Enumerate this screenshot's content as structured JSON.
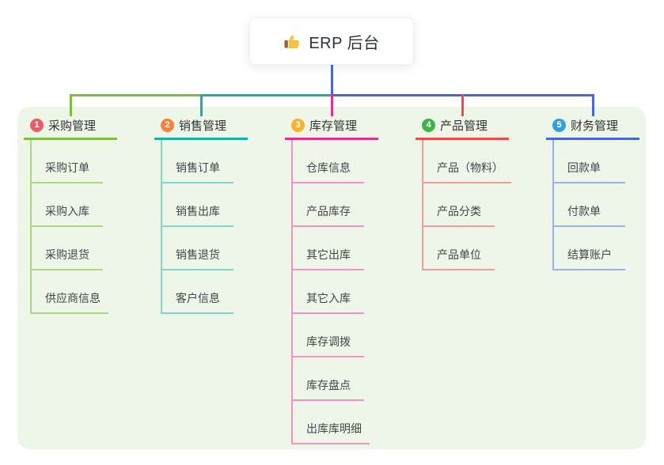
{
  "root": {
    "label": "ERP 后台",
    "icon": "thumbs-up-icon",
    "connector_color": "#4b66d2"
  },
  "panel_color": "#edf6e8",
  "branches": [
    {
      "num": "1",
      "label": "采购管理",
      "badge_color": "#ec5b69",
      "line_color": "#7ebd3f",
      "child_line_color": "#abd77f",
      "children": [
        "采购订单",
        "采购入库",
        "采购退货",
        "供应商信息"
      ]
    },
    {
      "num": "2",
      "label": "销售管理",
      "badge_color": "#f5813a",
      "line_color": "#16b2a6",
      "child_line_color": "#82d4cb",
      "children": [
        "销售订单",
        "销售出库",
        "销售退货",
        "客户信息"
      ]
    },
    {
      "num": "3",
      "label": "库存管理",
      "badge_color": "#f7b32b",
      "line_color": "#e0318f",
      "child_line_color": "#ef93c3",
      "children": [
        "仓库信息",
        "产品库存",
        "其它出库",
        "其它入库",
        "库存调拨",
        "库存盘点",
        "出库库明细"
      ]
    },
    {
      "num": "4",
      "label": "产品管理",
      "badge_color": "#3bb54a",
      "line_color": "#ef4b4b",
      "child_line_color": "#f49c9c",
      "children": [
        "产品（物料）",
        "产品分类",
        "产品单位"
      ]
    },
    {
      "num": "5",
      "label": "财务管理",
      "badge_color": "#34a0dc",
      "line_color": "#4b66d2",
      "child_line_color": "#9fb0e6",
      "children": [
        "回款单",
        "付款单",
        "结算账户"
      ]
    }
  ]
}
